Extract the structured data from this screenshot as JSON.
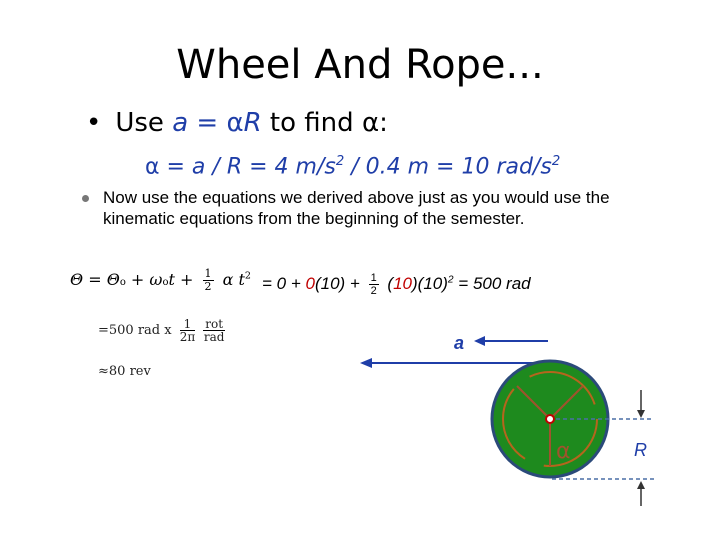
{
  "title": "Wheel And Rope...",
  "bullet1": {
    "dot": "•",
    "prefix": "Use ",
    "var_a": "a",
    "eq": " = ",
    "alpha": "α",
    "var_R": "R",
    "suffix": " to find ",
    "alpha2": "α",
    "colon": ":"
  },
  "line2": {
    "alpha": "α",
    "part1": " = a / R = 4 m/s",
    "exp1": "2",
    "part2": " / 0.4 m = 10 rad/s",
    "exp2": "2"
  },
  "bullet2": {
    "text": "Now use the equations we derived above just as you would use the kinematic equations from the beginning of the semester."
  },
  "equation": {
    "lhs": "Θ = Θ",
    "sub0": "o",
    "plus1": " + ω",
    "sub1": "o",
    "t": "t + ",
    "frac_num": "1",
    "frac_den": "2",
    "alpha_t": " α t",
    "exp": "2",
    "cont1": "= 0 + ",
    "red0": "0",
    "cont2": "(10) + ",
    "frac2_num": "1",
    "frac2_den": "2",
    "cont3": " (",
    "red10": "10",
    "cont4": ")(10)",
    "exp2": "2",
    "cont5": " = 500 rad"
  },
  "conversion": {
    "line1_a": "=500 rad x ",
    "frac_num": "1",
    "frac_den": "2π",
    "frac2_num": "rot",
    "frac2_den": "rad",
    "line2": "≈80 rev"
  },
  "diagram": {
    "label_a": "a",
    "label_alpha": "α",
    "label_R": "R",
    "colors": {
      "wheel": "#1e8a1e",
      "rim": "#2b4a7a",
      "spokes": "#a0522d",
      "arrow": "#1f3ea8",
      "dashes": "#4a6fa5"
    }
  }
}
